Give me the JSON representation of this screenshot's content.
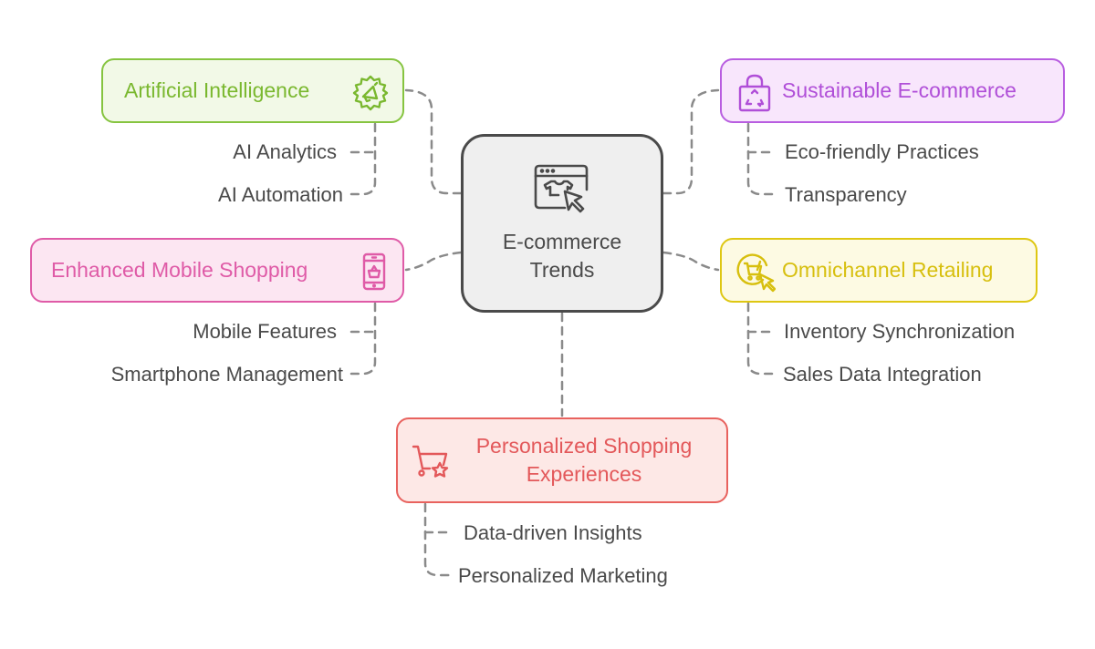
{
  "diagram": {
    "type": "mind-map",
    "connector_color": "#8a8a8a",
    "center": {
      "label_line1": "E-commerce",
      "label_line2": "Trends",
      "icon": "browser-shirt-cursor-icon",
      "border_color": "#4a4a4a",
      "fill_color": "#efefef"
    },
    "branches": [
      {
        "id": "ai",
        "label": "Artificial Intelligence",
        "icon": "gear-megaphone-icon",
        "color": "#86c440",
        "fill": "#f2f9e7",
        "children": [
          "AI Analytics",
          "AI Automation"
        ]
      },
      {
        "id": "sustainable",
        "label": "Sustainable E-commerce",
        "icon": "recycle-bag-icon",
        "color": "#b85de0",
        "fill": "#f8e6fc",
        "children": [
          "Eco-friendly Practices",
          "Transparency"
        ]
      },
      {
        "id": "mobile",
        "label": "Enhanced Mobile Shopping",
        "icon": "smartphone-basket-icon",
        "color": "#df5ba7",
        "fill": "#fce6f2",
        "children": [
          "Mobile Features",
          "Smartphone Management"
        ]
      },
      {
        "id": "omnichannel",
        "label": "Omnichannel Retailing",
        "icon": "cart-cursor-icon",
        "color": "#dec712",
        "fill": "#fdfae3",
        "children": [
          "Inventory Synchronization",
          "Sales Data Integration"
        ]
      },
      {
        "id": "personalized",
        "label_line1": "Personalized Shopping",
        "label_line2": "Experiences",
        "icon": "cart-star-icon",
        "color": "#e8625e",
        "fill": "#fde8e6",
        "children": [
          "Data-driven Insights",
          "Personalized Marketing"
        ]
      }
    ]
  }
}
